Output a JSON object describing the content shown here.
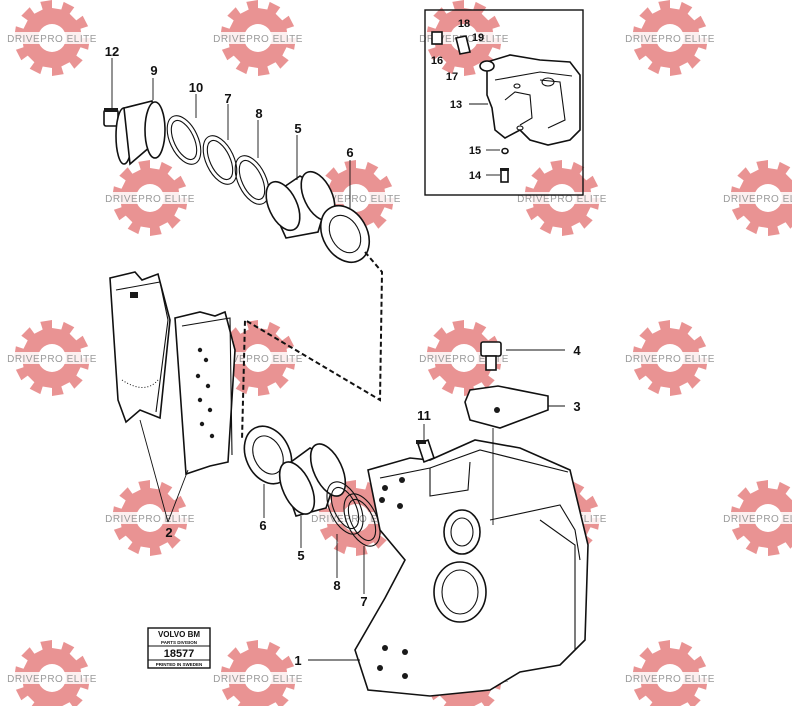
{
  "watermark": {
    "text": "DRIVEPRO ELITE",
    "color": "#e06a6a"
  },
  "callouts": {
    "c12": "12",
    "c9": "9",
    "c10": "10",
    "c7_top": "7",
    "c8_top": "8",
    "c5_top": "5",
    "c6_top": "6",
    "c18": "18",
    "c19": "19",
    "c16": "16",
    "c17": "17",
    "c13": "13",
    "c15": "15",
    "c14": "14",
    "c4": "4",
    "c3": "3",
    "c11": "11",
    "c2": "2",
    "c6_bottom": "6",
    "c5_bottom": "5",
    "c8_bottom": "8",
    "c7_bottom": "7",
    "c1": "1"
  },
  "plate": {
    "brand": "VOLVO BM",
    "subtitle": "PARTS DIVISION",
    "number": "18577",
    "printed": "PRINTED IN SWEDEN"
  }
}
